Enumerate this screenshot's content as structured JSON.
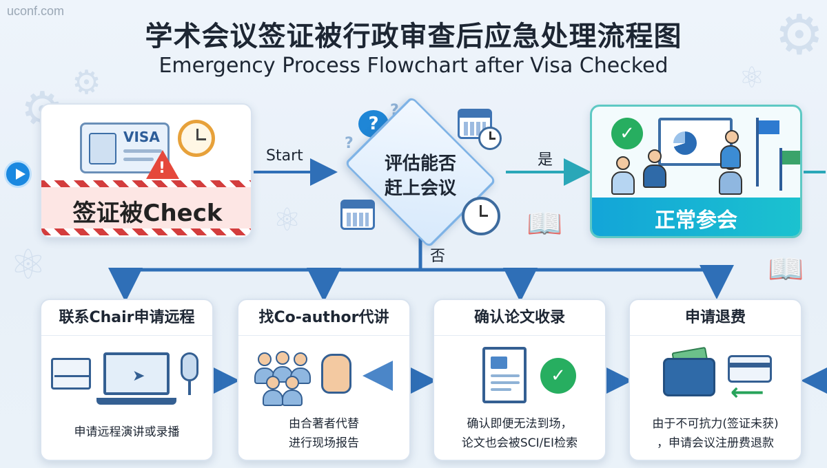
{
  "watermark": "uconf.com",
  "title_zh": "学术会议签证被行政审查后应急处理流程图",
  "title_en": "Emergency Process Flowchart after Visa Checked",
  "start_node": {
    "visa_text": "VISA",
    "label": "签证被Check"
  },
  "decision": {
    "line1": "评估能否",
    "line2": "赶上会议"
  },
  "edges": {
    "start": "Start",
    "yes": "是",
    "no": "否"
  },
  "yes_node": {
    "label": "正常参会"
  },
  "steps": [
    {
      "title": "联系Chair申请远程",
      "desc_line1": "申请远程演讲或录播",
      "desc_line2": ""
    },
    {
      "title": "找Co-author代讲",
      "desc_line1": "由合著者代替",
      "desc_line2": "进行现场报告"
    },
    {
      "title": "确认论文收录",
      "desc_line1": "确认即便无法到场，",
      "desc_line2": "论文也会被SCI/EI检索"
    },
    {
      "title": "申请退费",
      "desc_line1": "由于不可抗力(签证未获)",
      "desc_line2": "，申请会议注册费退款"
    }
  ],
  "icons": {
    "question": "?",
    "warning": "!",
    "check": "✓"
  },
  "colors": {
    "arrow": "#2f6fb7",
    "accent_teal": "#1bc2cf",
    "warning_red": "#e5483b",
    "success_green": "#27ae60"
  }
}
